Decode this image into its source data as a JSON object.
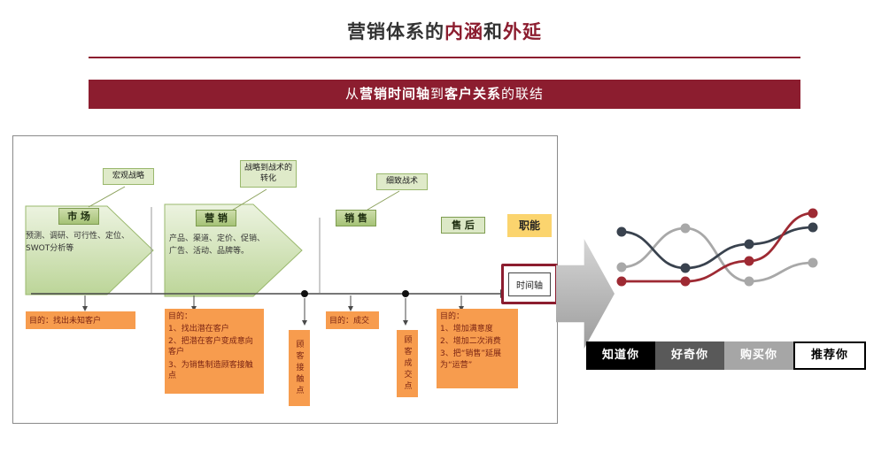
{
  "title": {
    "seg1": "营销体系的",
    "seg2": "内涵",
    "seg3": "和",
    "seg4": "外延"
  },
  "banner": {
    "seg1": "从",
    "seg2": "营销时间轴",
    "seg3": "到",
    "seg4": "客户关系",
    "seg5": "的联结"
  },
  "colors": {
    "accent_red": "#8c1d2f",
    "arrow_green_border": "#9ab86d",
    "orange_box": "#f79c4e",
    "role_yellow": "#fbd46e",
    "chart_dark": "#39424e",
    "chart_red": "#9e2a33",
    "chart_gray": "#a8a8a8"
  },
  "diagram": {
    "callouts": {
      "macro": "宏观战略",
      "strategy_to_tactics": "战略到战术的转化",
      "detailed_tactics": "细致战术"
    },
    "functions": {
      "market": "市 场",
      "marketing": "营 销",
      "sales": "销 售",
      "after_sales": "售 后",
      "role_label": "职能"
    },
    "market_desc": "预测、调研、可行性、定位、\nSWOT分析等",
    "marketing_desc": "产品、渠道、定价、促销、\n广告、活动、品牌等。",
    "timeline_label": "时间轴",
    "goals": {
      "market": "目的：找出未知客户",
      "marketing_title": "目的：",
      "marketing_items": [
        "1、找出潜在客户",
        "2、把潜在客户变成意向客户",
        "3、为销售制造顾客接触点"
      ],
      "sales": "目的：成交",
      "after_title": "目的：",
      "after_items": [
        "1、增加满意度",
        "2、增加二次消费",
        "3、把“销售”延展为“运营”"
      ]
    },
    "touchpoints": {
      "contact": "顾客接触点",
      "deal": "顾客成交点"
    }
  },
  "funnel": {
    "stages": [
      {
        "label": "知道你",
        "bg": "#000000",
        "fg": "#ffffff"
      },
      {
        "label": "好奇你",
        "bg": "#595959",
        "fg": "#ffffff"
      },
      {
        "label": "购买你",
        "bg": "#a6a6a6",
        "fg": "#ffffff"
      },
      {
        "label": "推荐你",
        "bg": "#ffffff",
        "fg": "#000000",
        "border": "#000000"
      }
    ]
  },
  "chart_data": {
    "type": "line",
    "categories": [
      "知道你",
      "好奇你",
      "购买你",
      "推荐你"
    ],
    "series": [
      {
        "name": "gray",
        "color": "#a8a8a8",
        "values": [
          33,
          77,
          17,
          38
        ]
      },
      {
        "name": "charcoal",
        "color": "#39424e",
        "values": [
          73,
          32,
          59,
          78
        ]
      },
      {
        "name": "crimson",
        "color": "#9e2a33",
        "values": [
          17,
          17,
          40,
          94
        ]
      }
    ],
    "ylim": [
      0,
      100
    ],
    "legend": false,
    "axes": false
  }
}
